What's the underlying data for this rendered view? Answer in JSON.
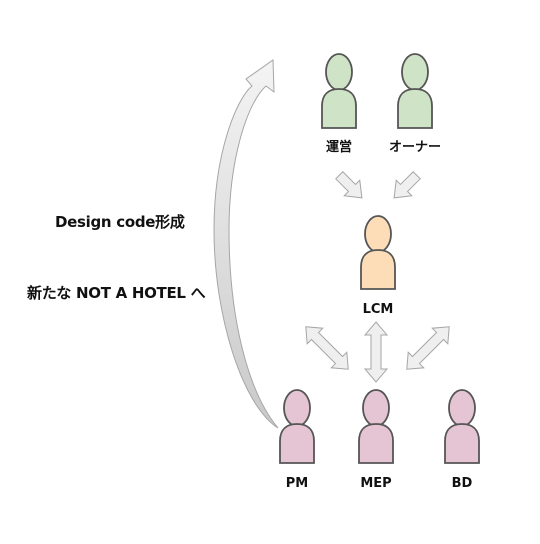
{
  "left_text": {
    "line1": "Design code形成",
    "line2": "新たな NOT A HOTEL へ"
  },
  "roles": {
    "unei": "運営",
    "owner": "オーナー",
    "lcm": "LCM",
    "pm": "PM",
    "mep": "MEP",
    "bd": "BD"
  },
  "colors": {
    "green_fill": "#cfe3c6",
    "orange_fill": "#fddcb8",
    "pink_fill": "#e5c4d3",
    "outline": "#555555",
    "arrow_fill": "#efefef",
    "arrow_stroke": "#a6a6a6"
  },
  "icons": [
    "person-icon",
    "double-arrow-icon",
    "down-arrow-icon",
    "curved-arrow-icon"
  ]
}
